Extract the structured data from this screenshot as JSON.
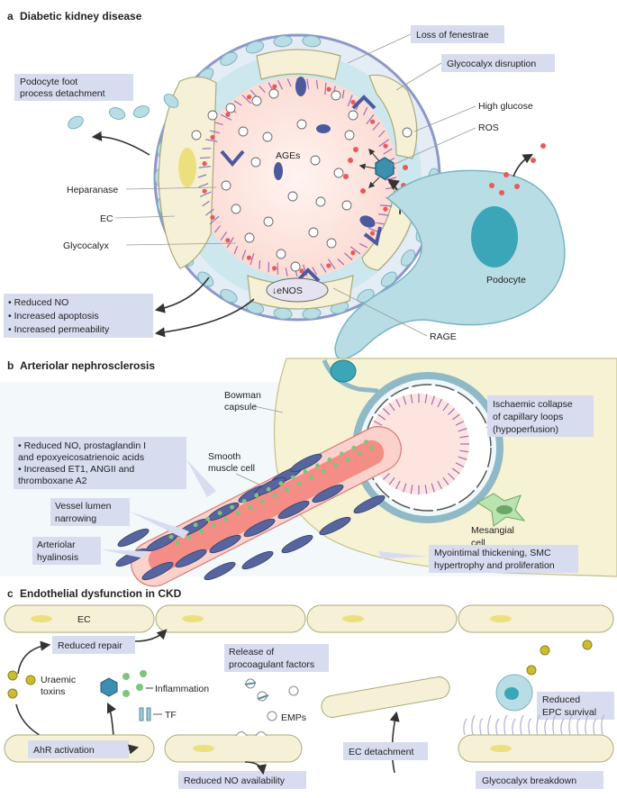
{
  "colors": {
    "label_box": "#d8dcef",
    "endothelial_cell": "#f6f1d6",
    "podocyte": "#b9dde4",
    "lumen": "#fde4de",
    "rage": "#4a5a9c",
    "red_dot": "#e85a5a",
    "green_dot": "#7cc67c",
    "toxin": "#cdbd2e",
    "smooth_muscle": "#56659e",
    "vessel": "#f6a9a1"
  },
  "panel_a": {
    "letter": "a",
    "title": "Diabetic kidney disease",
    "podocyte_detachment": [
      "Podocyte foot",
      "process detachment"
    ],
    "loss_fenestrae": "Loss of fenestrae",
    "glycocalyx_disruption": "Glycocalyx disruption",
    "high_glucose": "High glucose",
    "ros": "ROS",
    "ages": "AGEs",
    "heparanase": "Heparanase",
    "ec": "EC",
    "glycocalyx": "Glycocalyx",
    "enos": "↓eNOS",
    "podocyte": "Podocyte",
    "rage": "RAGE",
    "effects": [
      "• Reduced NO",
      "• Increased apoptosis",
      "• Increased permeability"
    ]
  },
  "panel_b": {
    "letter": "b",
    "title": "Arteriolar nephrosclerosis",
    "bowman": [
      "Bowman",
      "capsule"
    ],
    "ischaemic": [
      "Ischaemic collapse",
      "of capillary loops",
      "(hypoperfusion)"
    ],
    "mediators": [
      "• Reduced NO, prostaglandin I",
      "  and epoxyeicosatrienoic acids",
      "• Increased ET1, ANGII and",
      "  thromboxane A2"
    ],
    "smooth_muscle": [
      "Smooth",
      "muscle cell"
    ],
    "vessel_lumen": [
      "Vessel lumen",
      "narrowing"
    ],
    "mesangial": [
      "Mesangial",
      "cell"
    ],
    "hyalinosis": [
      "Arteriolar",
      "hyalinosis"
    ],
    "myointimal": [
      "Myointimal thickening, SMC",
      "hypertrophy and proliferation"
    ]
  },
  "panel_c": {
    "letter": "c",
    "title": "Endothelial dysfunction in CKD",
    "ec": "EC",
    "reduced_repair": "Reduced repair",
    "uraemic": [
      "Uraemic",
      "toxins"
    ],
    "inflammation": "Inflammation",
    "release_procoag": [
      "Release of",
      "procoagulant factors"
    ],
    "reduced_epc": [
      "Reduced",
      "EPC survival"
    ],
    "tf": "TF",
    "emps": "EMPs",
    "ahr": "AhR activation",
    "ec_detachment": "EC detachment",
    "reduced_no": "Reduced NO availability",
    "glycocalyx_breakdown": "Glycocalyx breakdown"
  }
}
